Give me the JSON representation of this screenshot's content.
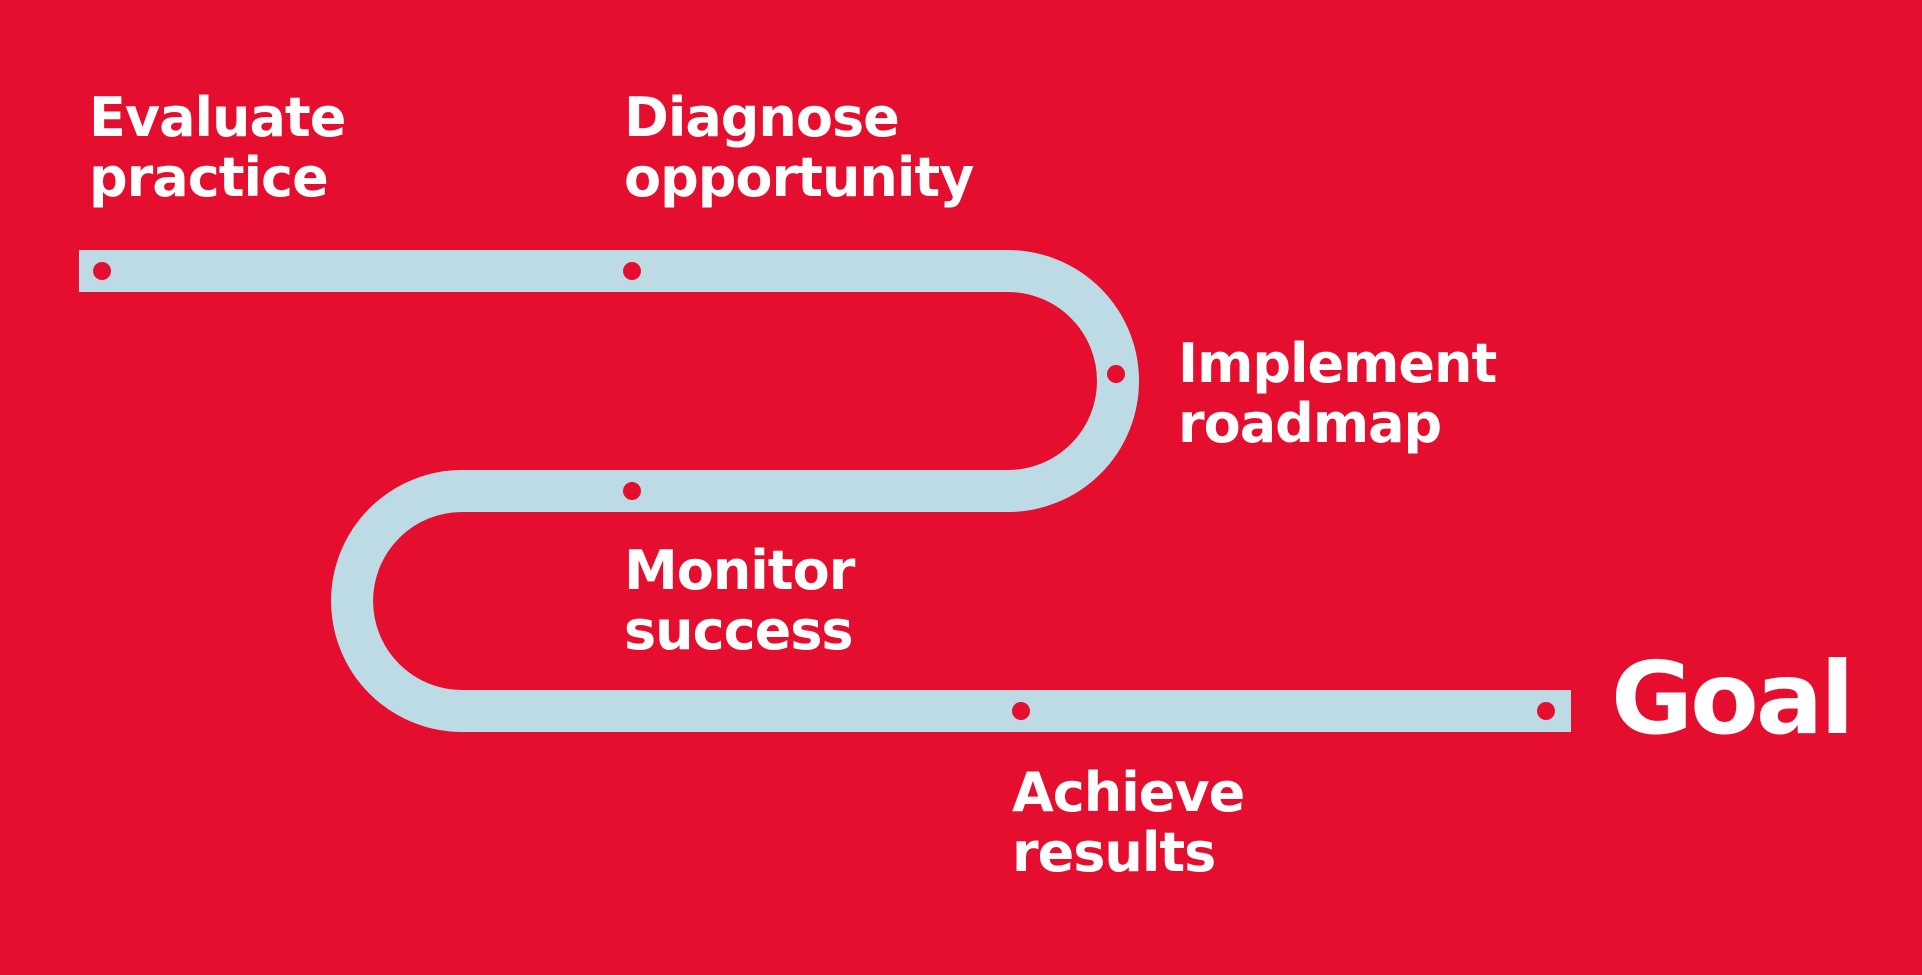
{
  "colors": {
    "background": "#e60e2e",
    "path": "#bcdbe4",
    "marker": "#e60e2e",
    "text": "#ffffff"
  },
  "steps": [
    {
      "line1": "Evaluate",
      "line2": "practice"
    },
    {
      "line1": "Diagnose",
      "line2": "opportunity"
    },
    {
      "line1": "Implement",
      "line2": "roadmap"
    },
    {
      "line1": "Monitor",
      "line2": "success"
    },
    {
      "line1": "Achieve",
      "line2": "results"
    }
  ],
  "goal": "Goal"
}
